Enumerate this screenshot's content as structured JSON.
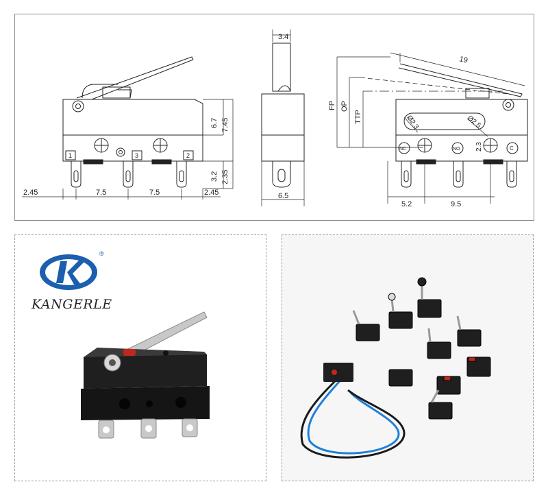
{
  "brand": {
    "name": "KANGERLE",
    "registered_mark": "®"
  },
  "front_view": {
    "dims": {
      "height_body": "6.7",
      "height_total": "7.45",
      "terminal_len": "3.2",
      "terminal_total": "2.35",
      "left_margin": "2.45",
      "pitch_1": "7.5",
      "pitch_2": "7.5",
      "right_margin": "2.45"
    },
    "terminal_labels": [
      "1",
      "3",
      "2"
    ]
  },
  "side_view": {
    "dims": {
      "actuator_width": "3.4",
      "body_width": "6.5"
    }
  },
  "rear_view": {
    "dims": {
      "lever_length": "19",
      "fp": "FP",
      "op": "OP",
      "ttp": "TTP",
      "hole_left": "Ø2.3",
      "hole_right": "Ø2.5",
      "hole_offset": "2.3",
      "spacing_1": "5.2",
      "spacing_2": "9.5"
    },
    "terminal_labels": [
      "NC",
      "NO",
      "C"
    ]
  },
  "colors": {
    "logo_blue": "#1b5fae",
    "wire_blue": "#1e7fd8",
    "wire_black": "#1a1a1a",
    "actuator_red": "#c0281c"
  }
}
